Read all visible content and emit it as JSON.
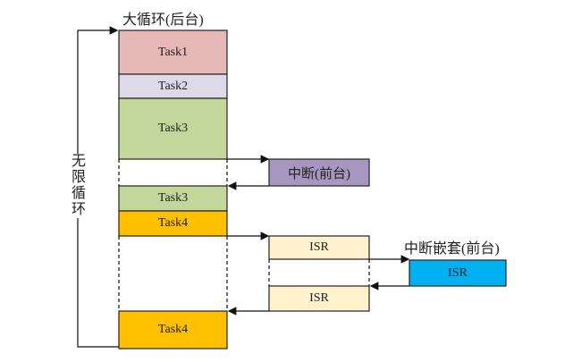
{
  "title_background": "大循环(后台)",
  "title_nested": "中断嵌套(前台)",
  "loop_label": "无限循环",
  "blocks": {
    "task1": {
      "label": "Task1",
      "color": "#e6b8b7"
    },
    "task2": {
      "label": "Task2",
      "color": "#ddd9e8"
    },
    "task3a": {
      "label": "Task3",
      "color": "#c4d79b"
    },
    "task3b": {
      "label": "Task3",
      "color": "#c4d79b"
    },
    "task4a": {
      "label": "Task4",
      "color": "#ffc000"
    },
    "task4b": {
      "label": "Task4",
      "color": "#ffc000"
    },
    "interrupt": {
      "label": "中断(前台)",
      "color": "#a597bf"
    },
    "isr1": {
      "label": "ISR",
      "color": "#fff2cc"
    },
    "isr2": {
      "label": "ISR",
      "color": "#fff2cc"
    },
    "isr_nested": {
      "label": "ISR",
      "color": "#00b0f0"
    }
  }
}
